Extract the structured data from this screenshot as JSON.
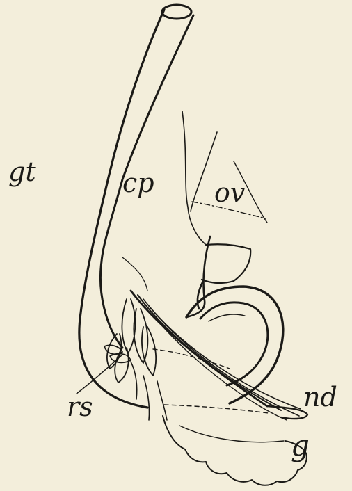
{
  "figure": {
    "labels": {
      "gt": "gt",
      "cp": "cp",
      "ov": "ov",
      "rs": "rs",
      "nd": "nd",
      "g": "g"
    }
  }
}
